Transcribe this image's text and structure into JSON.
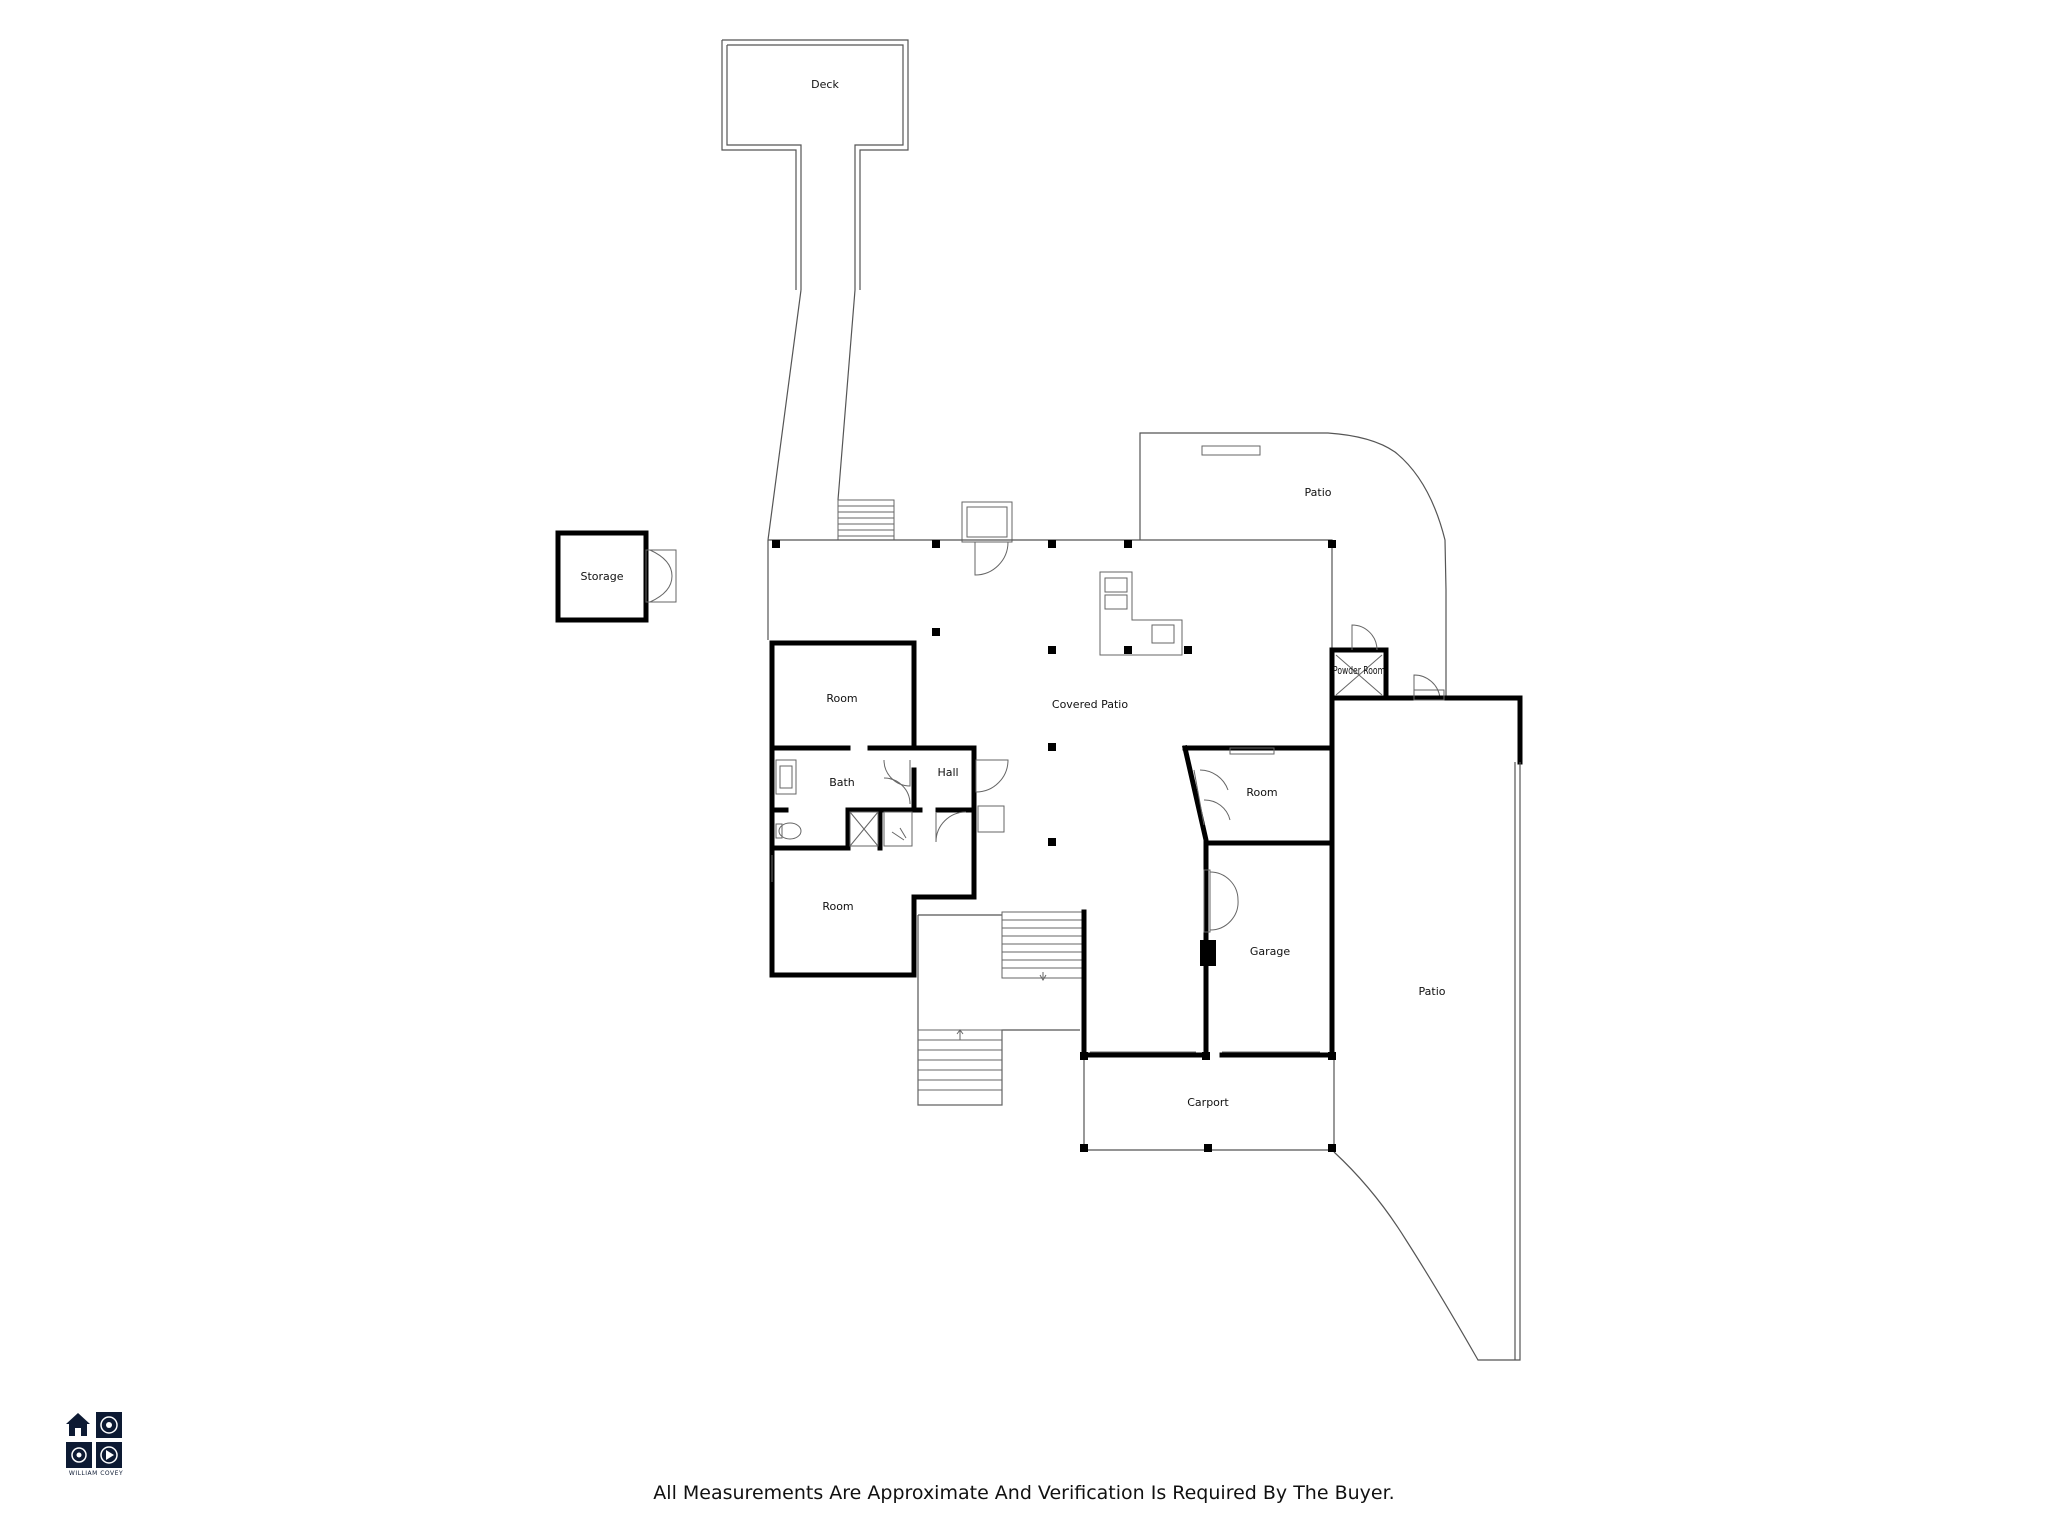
{
  "rooms": {
    "deck": "Deck",
    "storage": "Storage",
    "patio_top": "Patio",
    "covered_patio": "Covered Patio",
    "room_upper_left": "Room",
    "bath": "Bath",
    "hall": "Hall",
    "room_lower_left": "Room",
    "powder_room": "Powder Room",
    "room_right": "Room",
    "garage": "Garage",
    "patio_right": "Patio",
    "carport": "Carport"
  },
  "footer": {
    "disclaimer": "All Measurements Are Approximate And Verification Is Required By The Buyer."
  },
  "brand": {
    "name": "WILLIAM COVEY",
    "navy": "#0d1a33",
    "icons": [
      "house-icon",
      "target-icon",
      "lens-icon",
      "play-icon"
    ]
  },
  "colors": {
    "wall": "#000000",
    "outline": "#555555",
    "background": "#ffffff"
  }
}
